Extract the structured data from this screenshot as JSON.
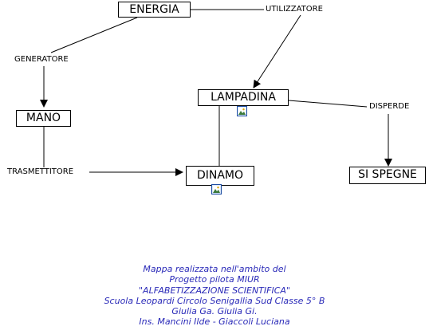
{
  "nodes": {
    "energia": "ENERGIA",
    "mano": "MANO",
    "lampadina": "LAMPADINA",
    "dinamo": "DINAMO",
    "si_spegne": "SI SPEGNE"
  },
  "links": {
    "generatore": "GENERATORE",
    "utilizzatore": "UTILIZZATORE",
    "trasmettitore": "TRASMETTITORE",
    "disperde": "DISPERDE"
  },
  "icons": {
    "lampadina_resource": "image-resource-icon",
    "dinamo_resource": "image-resource-icon"
  },
  "colors": {
    "credits_text": "#2a2ab8",
    "icon_border": "#1f4fa3"
  },
  "credits": [
    "Mappa realizzata nell'ambito del",
    "Progetto pilota MIUR",
    "\"ALFABETIZZAZIONE SCIENTIFICA\"",
    "Scuola Leopardi Circolo  Senigallia Sud Classe 5° B",
    "Giulia Ga. Giulia Gi.",
    "Ins.  Mancini Ilde - Giaccoli Luciana"
  ]
}
